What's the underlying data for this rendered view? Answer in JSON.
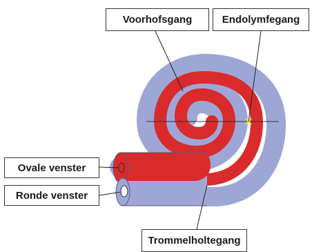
{
  "labels": {
    "voorhofsgang": "Voorhofsgang",
    "endolymfegang": "Endolymfegang",
    "ovale_venster": "Ovale venster",
    "ronde_venster": "Ronde venster",
    "trommelholtegang": "Trommelholtegang"
  },
  "colors": {
    "scala_vestibuli": "#d92b2b",
    "scala_tympani": "#9ea6d6",
    "outline": "#5a5a7a",
    "cochlear_duct_marker": "#f2e21a"
  }
}
